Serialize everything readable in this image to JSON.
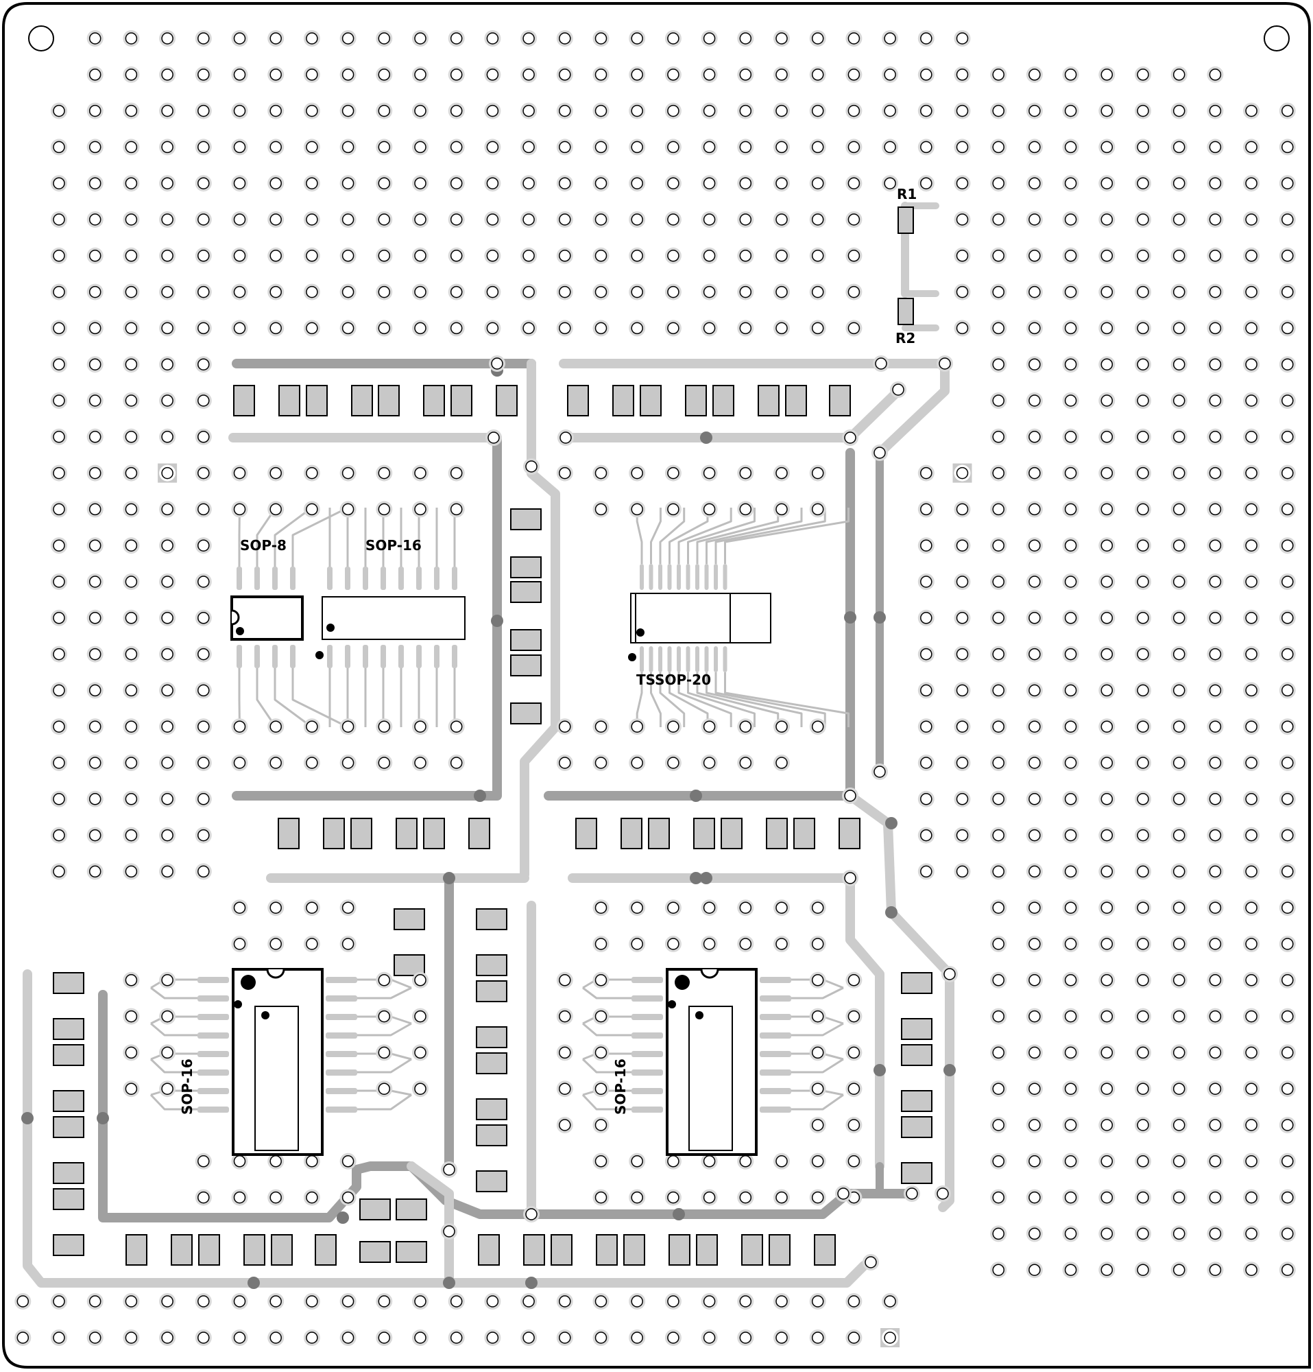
{
  "board": {
    "labels": {
      "sop8": "SOP-8",
      "sop16_top": "SOP-16",
      "tssop20": "TSSOP-20",
      "sop16_left": "SOP-16",
      "sop16_right": "SOP-16",
      "r1": "R1",
      "r2": "R2"
    },
    "colors": {
      "outline": "#000000",
      "trace_light": "#cccccc",
      "trace_dark": "#a0a0a0",
      "pad_fill": "#c8c8c8",
      "via": "#777777"
    }
  }
}
